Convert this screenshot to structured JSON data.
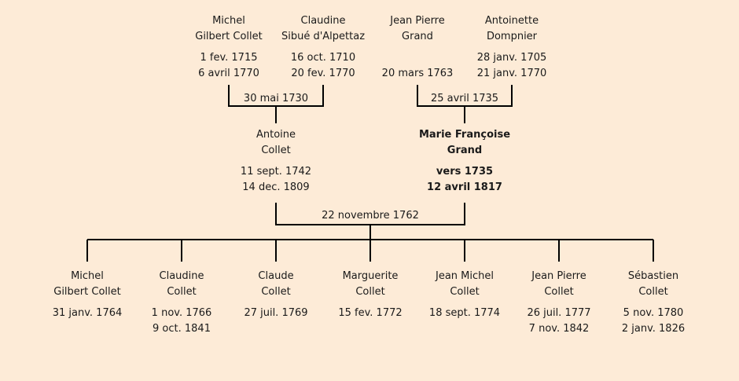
{
  "grandparents_paternal": {
    "father": {
      "name1": "Michel",
      "name2": "Gilbert Collet",
      "birth": "1 fev. 1715",
      "death": "6 avril 1770"
    },
    "mother": {
      "name1": "Claudine",
      "name2": "Sibué d'Alpettaz",
      "birth": "16 oct. 1710",
      "death": "20 fev. 1770"
    },
    "marriage": "30 mai 1730"
  },
  "grandparents_maternal": {
    "father": {
      "name1": "Jean Pierre",
      "name2": "Grand",
      "birth": "",
      "death": "20 mars 1763"
    },
    "mother": {
      "name1": "Antoinette",
      "name2": "Dompnier",
      "birth": "28 janv. 1705",
      "death": "21 janv. 1770"
    },
    "marriage": "25 avril 1735"
  },
  "parents": {
    "father": {
      "name1": "Antoine",
      "name2": "Collet",
      "birth": "11 sept. 1742",
      "death": "14 dec. 1809"
    },
    "mother": {
      "name1": "Marie Françoise",
      "name2": "Grand",
      "birth": "vers 1735",
      "death": "12 avril 1817"
    },
    "marriage": "22 novembre 1762"
  },
  "children": [
    {
      "name1": "Michel",
      "name2": "Gilbert Collet",
      "birth": "31 janv. 1764",
      "death": ""
    },
    {
      "name1": "Claudine",
      "name2": "Collet",
      "birth": "1 nov. 1766",
      "death": "9 oct. 1841"
    },
    {
      "name1": "Claude",
      "name2": "Collet",
      "birth": "27 juil. 1769",
      "death": ""
    },
    {
      "name1": "Marguerite",
      "name2": "Collet",
      "birth": "15 fev. 1772",
      "death": ""
    },
    {
      "name1": "Jean Michel",
      "name2": "Collet",
      "birth": "18 sept. 1774",
      "death": ""
    },
    {
      "name1": "Jean Pierre",
      "name2": "Collet",
      "birth": "26 juil. 1777",
      "death": "7 nov. 1842"
    },
    {
      "name1": "Sébastien",
      "name2": "Collet",
      "birth": "5 nov. 1780",
      "death": "2 janv. 1826"
    }
  ],
  "colors": {
    "background": "#fdebd7",
    "line": "#000000"
  }
}
